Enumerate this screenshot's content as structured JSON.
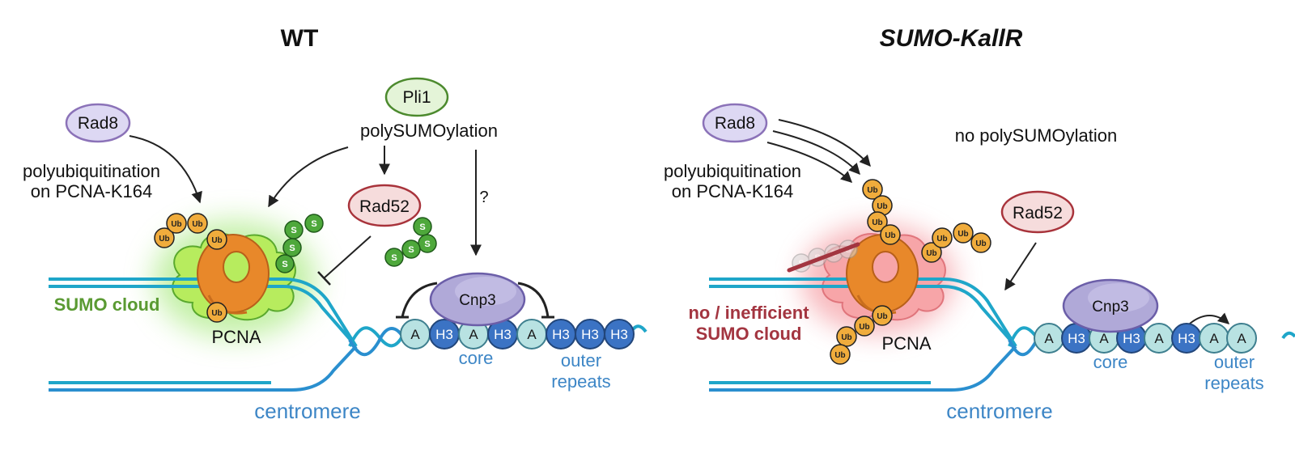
{
  "panels": {
    "wt": {
      "title": "WT",
      "rad8": "Rad8",
      "polyub_line1": "polyubiquitination",
      "polyub_line2": "on PCNA-K164",
      "pli1": "Pli1",
      "polysumo": "polySUMOylation",
      "rad52": "Rad52",
      "question": "?",
      "cnp3": "Cnp3",
      "sumo_cloud": "SUMO cloud",
      "pcna": "PCNA",
      "core": "core",
      "outer_line1": "outer",
      "outer_line2": "repeats",
      "centromere": "centromere"
    },
    "mut": {
      "title": "SUMO-KallR",
      "rad8": "Rad8",
      "polyub_line1": "polyubiquitination",
      "polyub_line2": "on PCNA-K164",
      "no_polysumo": "no polySUMOylation",
      "rad52": "Rad52",
      "cnp3": "Cnp3",
      "cloud_line1": "no / inefficient",
      "cloud_line2": "SUMO cloud",
      "pcna": "PCNA",
      "core": "core",
      "outer_line1": "outer",
      "outer_line2": "repeats",
      "centromere": "centromere"
    }
  },
  "glyphs": {
    "ubiquitin": "Ub",
    "sumo": "S",
    "cenp_a": "A",
    "histone_h3": "H3"
  },
  "nucleosomes": {
    "wt": [
      "A",
      "H3",
      "A",
      "H3",
      "A",
      "H3",
      "H3",
      "H3"
    ],
    "mut": [
      "A",
      "H3",
      "A",
      "H3",
      "A",
      "H3",
      "A",
      "A"
    ]
  },
  "colors": {
    "dna": "#1fa6c9",
    "centromere_text": "#3d86c6",
    "rad8_fill": "#ddd8f3",
    "rad8_stroke": "#8b72b8",
    "pli1_fill": "#e4f4d8",
    "pli1_stroke": "#4c8a2e",
    "rad52_fill": "#f6dcdc",
    "rad52_stroke": "#a8333b",
    "ub_fill": "#f0ac3c",
    "sumo_fill": "#4ea83b",
    "pcna": "#e8882a",
    "sumo_cloud": "#b7ec5e",
    "impaired_cloud": "#f7a5a8",
    "cenp_a_fill": "#b8e2e2",
    "h3_fill": "#3b73c4",
    "cnp3_fill": "#b0a9d8",
    "sumo_cloud_label": "#5a9a32",
    "impaired_label": "#a33540"
  }
}
